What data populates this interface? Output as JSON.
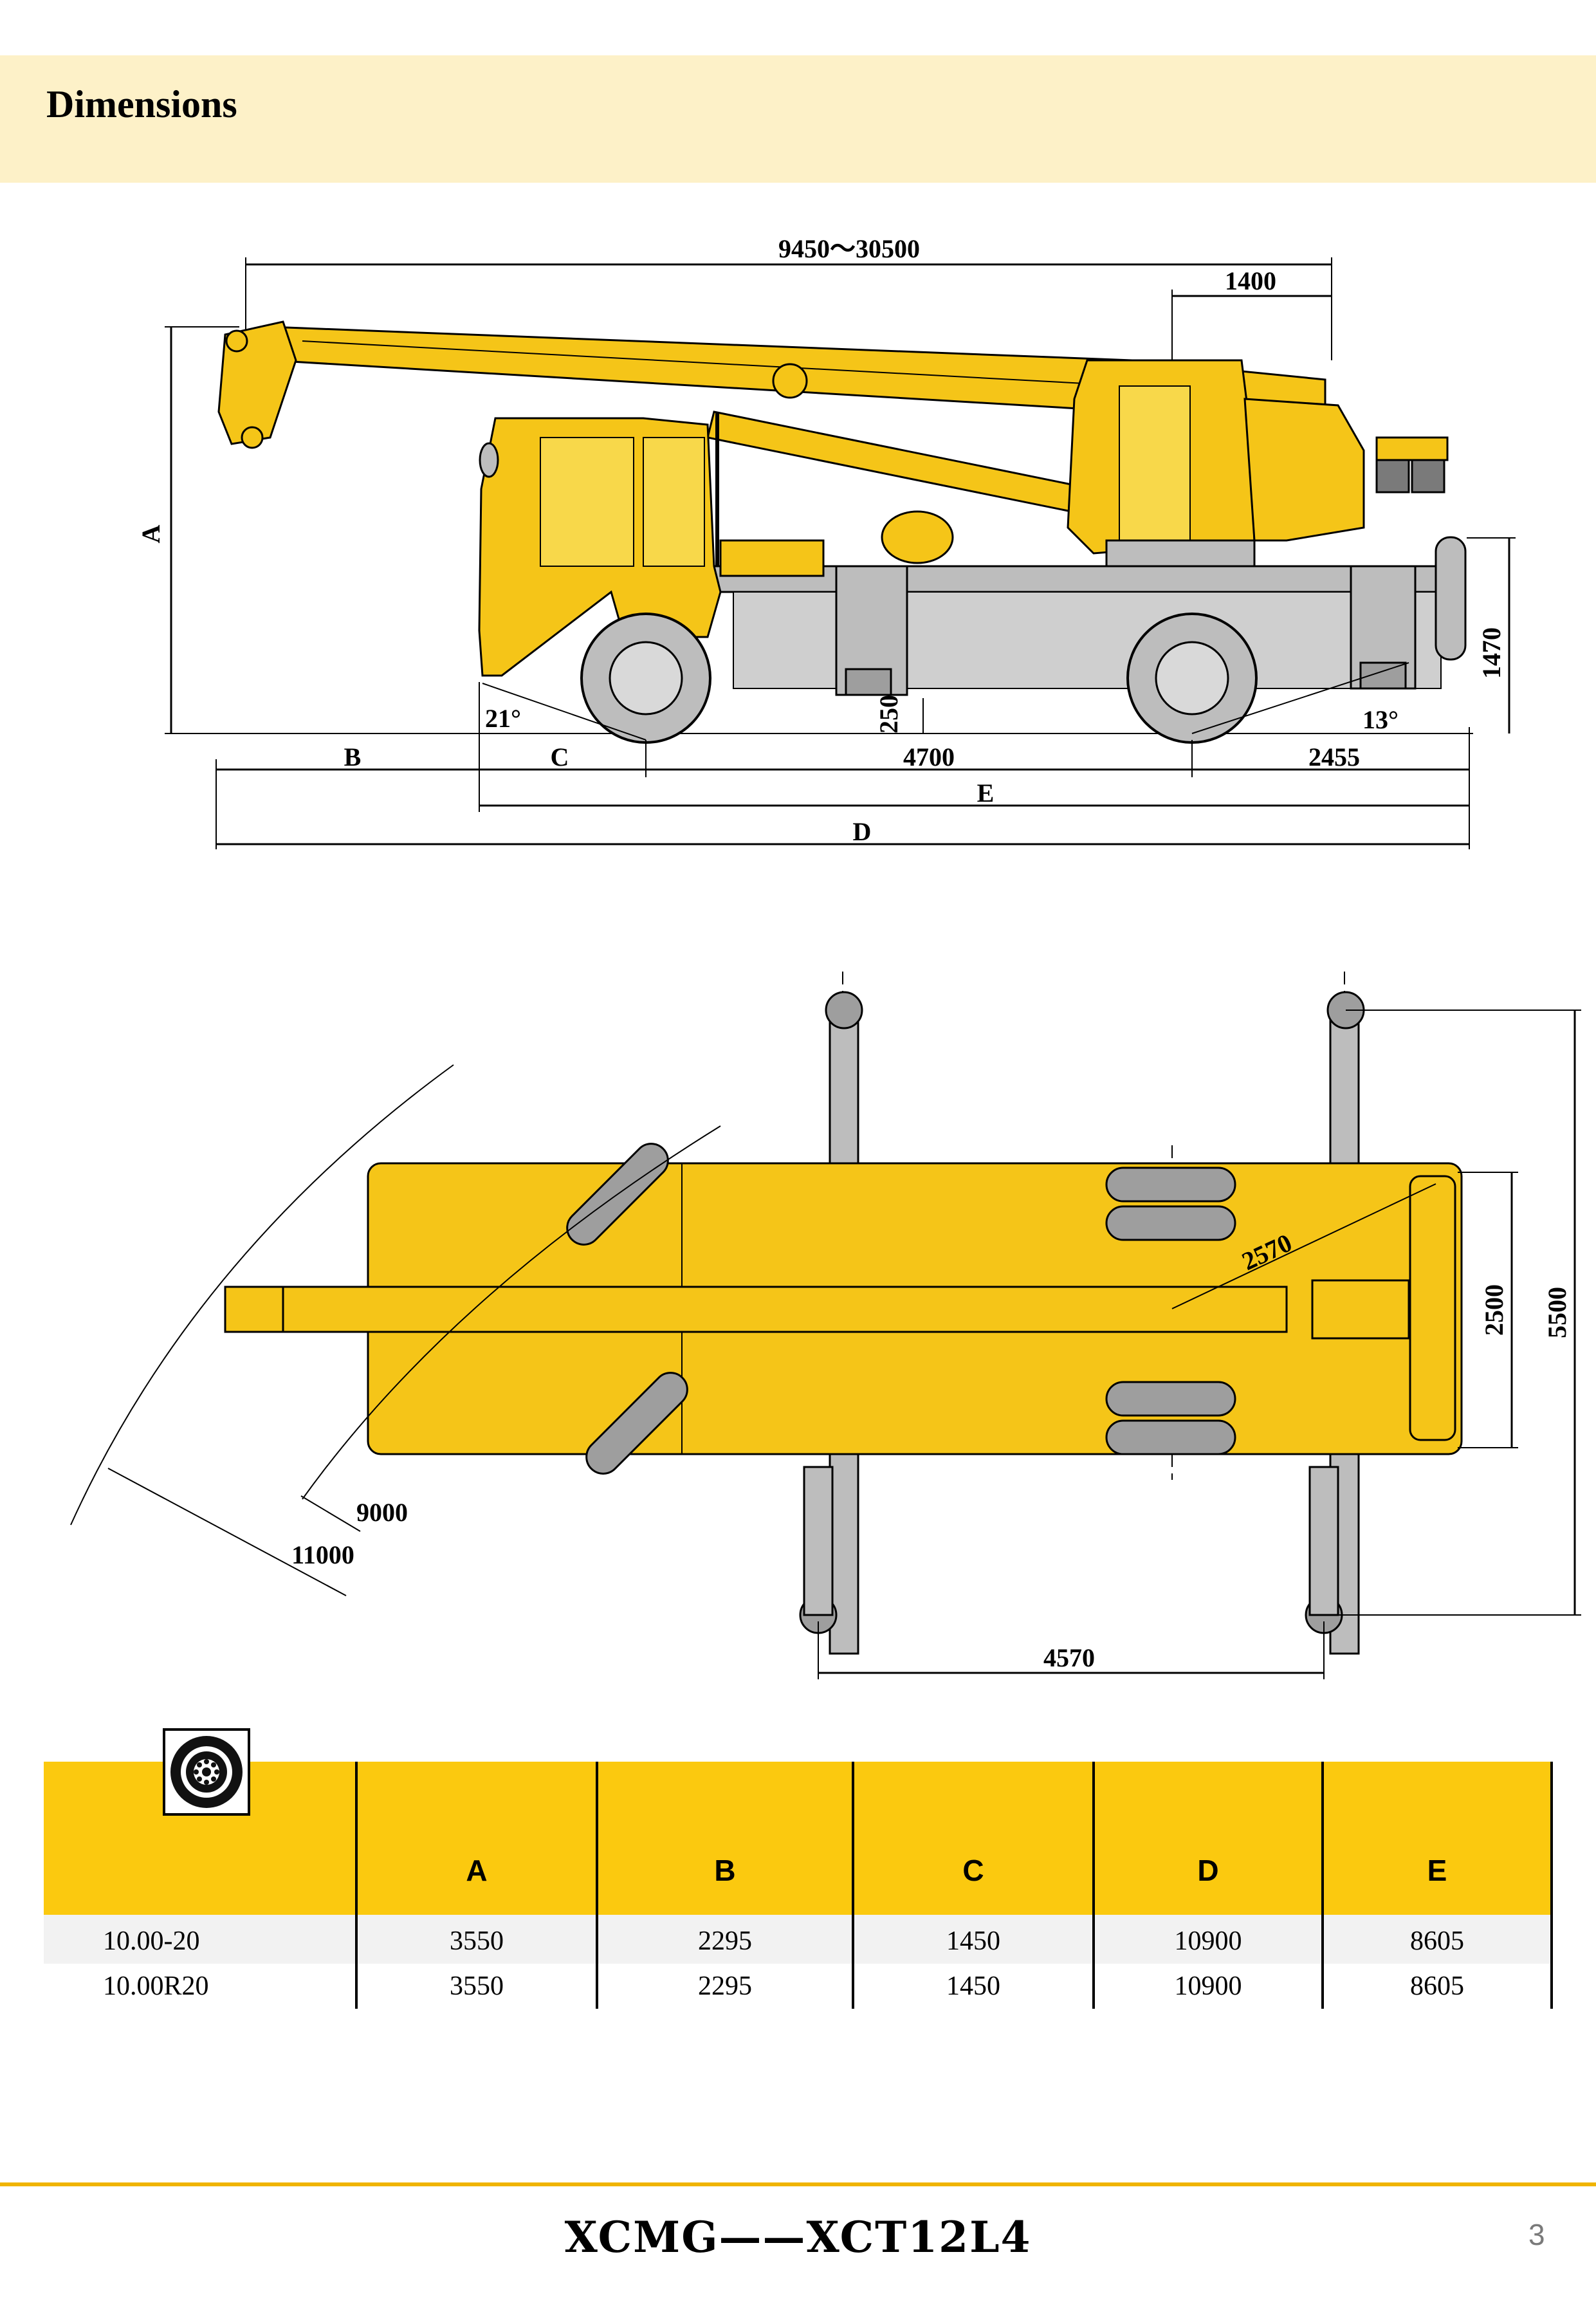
{
  "header": {
    "title": "Dimensions"
  },
  "side_view": {
    "label_9450_30500": "9450～30500",
    "label_1400": "1400",
    "label_A": "A",
    "label_1470": "1470",
    "label_21deg": "21°",
    "label_250": "250",
    "label_13deg": "13°",
    "label_B": "B",
    "label_C": "C",
    "label_4700": "4700",
    "label_2455": "2455",
    "label_E": "E",
    "label_D": "D"
  },
  "top_view": {
    "label_2570": "2570",
    "label_2500": "2500",
    "label_5500": "5500",
    "label_9000": "9000",
    "label_11000": "11000",
    "label_4570": "4570"
  },
  "table": {
    "icon": "tire-icon",
    "headers": [
      "",
      "A",
      "B",
      "C",
      "D",
      "E"
    ],
    "rows": [
      [
        "10.00-20",
        "3550",
        "2295",
        "1450",
        "10900",
        "8605"
      ],
      [
        "10.00R20",
        "3550",
        "2295",
        "1450",
        "10900",
        "8605"
      ]
    ]
  },
  "colors": {
    "crane_yellow": "#f5c518",
    "header_band": "#fdf1c8",
    "table_header": "#fbc90f",
    "frame_grey": "#bdbdbd"
  },
  "footer": {
    "brand": "XCMG——XCT12L4",
    "page_number": "3"
  }
}
